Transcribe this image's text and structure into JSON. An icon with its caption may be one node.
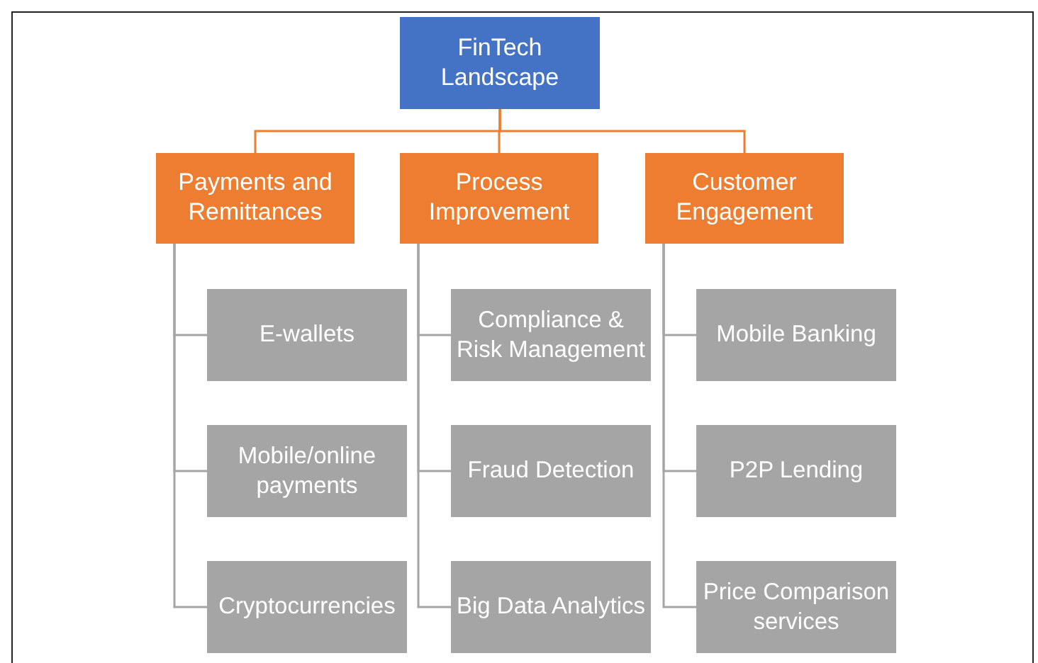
{
  "diagram": {
    "nodes": [
      {
        "text": [
          "FinTech Landscape"
        ]
      },
      {
        "text": [
          "Payments and Remittances"
        ]
      },
      {
        "text": [
          "Process Improvement"
        ]
      },
      {
        "text": [
          "Customer Engagement"
        ]
      },
      {
        "text": [
          "E-wallets"
        ]
      },
      {
        "text": [
          "Mobile/online payments"
        ]
      },
      {
        "text": [
          "Cryptocurrencies"
        ]
      },
      {
        "text": [
          "Compliance & Risk Management"
        ]
      },
      {
        "text": [
          "Fraud Detection"
        ]
      },
      {
        "text": [
          "Big Data Analytics"
        ]
      },
      {
        "text": [
          "Mobile Banking"
        ]
      },
      {
        "text": [
          "P2P Lending"
        ]
      },
      {
        "text": [
          "Price Comparison services"
        ]
      }
    ],
    "edges": [
      {
        "from": 0,
        "to": 1,
        "arrow": "none",
        "color": "#ed7d31"
      },
      {
        "from": 0,
        "to": 2,
        "arrow": "none",
        "color": "#ed7d31"
      },
      {
        "from": 0,
        "to": 3,
        "arrow": "none",
        "color": "#ed7d31"
      },
      {
        "from": 1,
        "to": 4,
        "arrow": "none"
      },
      {
        "from": 1,
        "to": 5,
        "arrow": "none"
      },
      {
        "from": 1,
        "to": 6,
        "arrow": "none"
      },
      {
        "from": 2,
        "to": 7,
        "arrow": "none"
      },
      {
        "from": 2,
        "to": 8,
        "arrow": "none"
      },
      {
        "from": 2,
        "to": 9,
        "arrow": "none"
      },
      {
        "from": 3,
        "to": 10,
        "arrow": "none"
      },
      {
        "from": 3,
        "to": 11,
        "arrow": "none"
      },
      {
        "from": 3,
        "to": 12,
        "arrow": "none"
      }
    ]
  }
}
